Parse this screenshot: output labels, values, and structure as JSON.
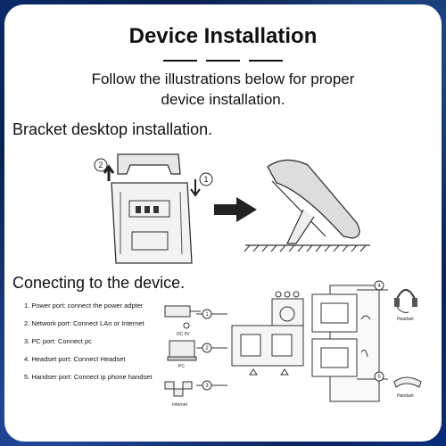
{
  "page": {
    "title": "Device Installation",
    "subtitle_line1": "Follow the illustrations below for proper",
    "subtitle_line2": "device installation."
  },
  "bracket_section": {
    "heading": "Bracket desktop installation.",
    "step_labels": [
      "2",
      "1"
    ]
  },
  "connecting_section": {
    "heading": "Conecting to the device.",
    "ports": [
      "1. Power port: connect the power adpter",
      "2. Network port: Connect LAn or Internet",
      "3. PC port: Connect pc",
      "4. Headset port: Connect Headset",
      "5. Handser port: Connect ip phone handset"
    ],
    "diagram_labels": {
      "dc": "DC 5V",
      "pc": "PC",
      "internet": "Internet",
      "headset": "Headset",
      "handset": "Handset",
      "callouts": [
        "1",
        "2",
        "3",
        "4",
        "5"
      ]
    }
  },
  "colors": {
    "background": "#0b1a3a",
    "card": "#ffffff",
    "text": "#111111"
  }
}
